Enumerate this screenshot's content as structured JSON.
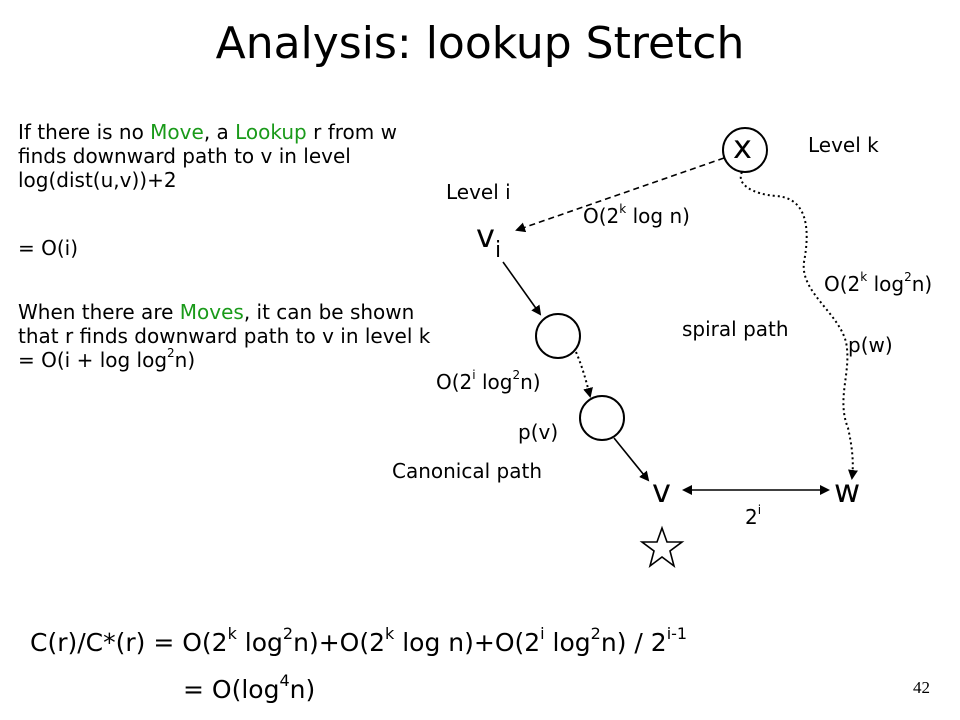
{
  "title": "Analysis: lookup Stretch",
  "paragraph1": {
    "p1": "If there is no ",
    "move": "Move",
    "p2": ", a ",
    "lookup": "Lookup",
    "p3": " r from w finds downward path to v in level log(dist(u,v))+2"
  },
  "paragraph1_result": "= O(i)",
  "paragraph2": {
    "p1": "When there are ",
    "moves": "Moves",
    "p2": ", it can be shown that r finds downward path to v in level k = O(i + log log",
    "sup": "2",
    "p3": "n)"
  },
  "labels": {
    "level_i": "Level i",
    "level_k": "Level k",
    "o2klogn": {
      "a": "O(2",
      "sup": "k",
      "b": " log n)"
    },
    "o2klog2n": {
      "a": "O(2",
      "sup1": "k",
      "b": " log",
      "sup2": "2",
      "c": "n)"
    },
    "spiral_path": "spiral path",
    "pw": "p(w)",
    "o2ilog2n": {
      "a": "O(2",
      "sup1": "i",
      "b": " log",
      "sup2": "2",
      "c": "n)"
    },
    "pv": "p(v)",
    "canonical_path": "Canonical path",
    "two_i": {
      "a": "2",
      "sup": "i"
    }
  },
  "nodes": {
    "x": "x",
    "vi": {
      "base": "v",
      "sub": "i"
    },
    "v": "v",
    "w": "w"
  },
  "equation": {
    "line1": {
      "a": "C(r)/C*(r) = O(2",
      "s1": "k",
      "b": " log",
      "s2": "2",
      "c": "n)+O(2",
      "s3": "k",
      "d": " log n)+O(2",
      "s4": "i",
      "e": " log",
      "s5": "2",
      "f": "n) / 2",
      "s6": "i-1"
    },
    "line2": {
      "a": "= O(log",
      "s1": "4",
      "b": "n)"
    }
  },
  "page_number": "42",
  "colors": {
    "highlight": "#1a9a1a",
    "text": "#000000"
  }
}
